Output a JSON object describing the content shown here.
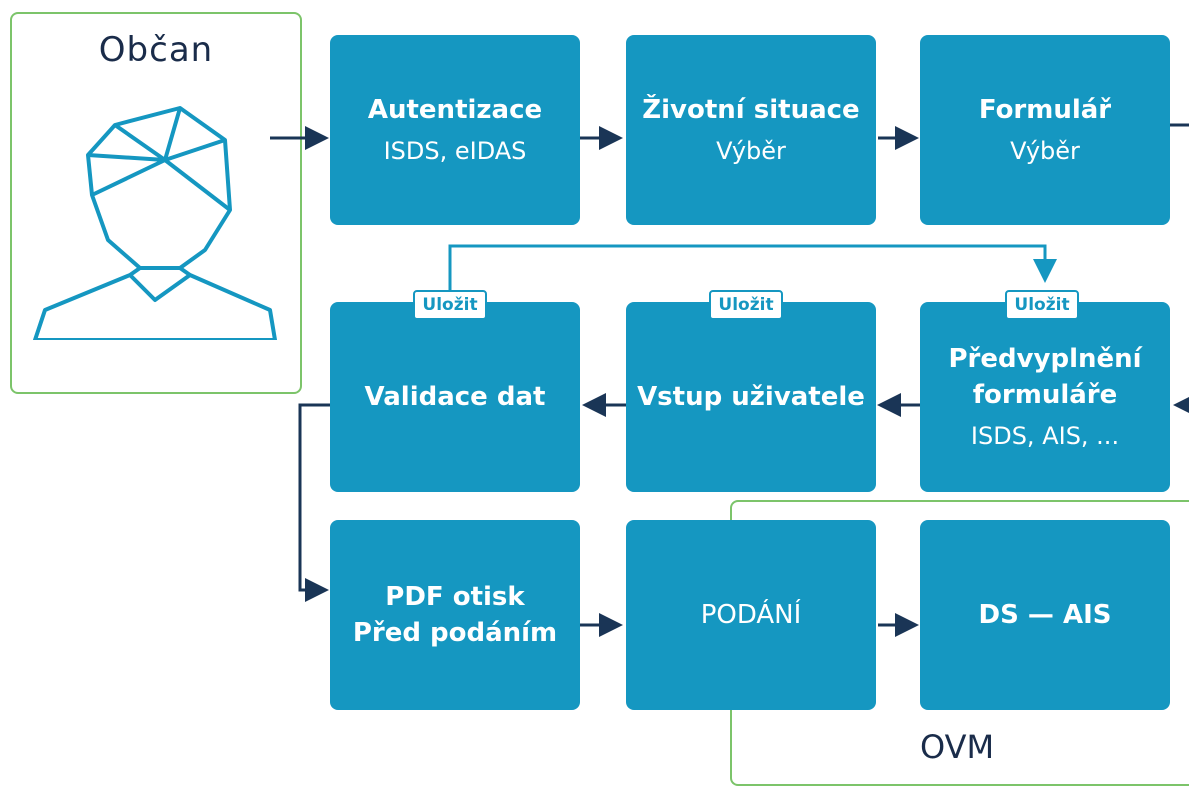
{
  "actor": {
    "label": "Občan",
    "icon": "person-icon"
  },
  "steps": {
    "autentizace": {
      "title": "Autentizace",
      "subtitle": "ISDS, eIDAS"
    },
    "zivotni_situace": {
      "title": "Životní situace",
      "subtitle": "Výběr"
    },
    "formular": {
      "title": "Formulář",
      "subtitle": "Výběr"
    },
    "predvyplneni": {
      "title_line1": "Předvyplnění",
      "title_line2": "formuláře",
      "subtitle": "ISDS, AIS, ..."
    },
    "vstup": {
      "title": "Vstup uživatele"
    },
    "validace": {
      "title": "Validace dat"
    },
    "pdf": {
      "title_line1": "PDF otisk",
      "title_line2": "Před podáním"
    },
    "podani": {
      "title": "PODÁNÍ"
    },
    "ds_ais": {
      "title": "DS — AIS"
    }
  },
  "save_labels": [
    "Uložit",
    "Uložit",
    "Uložit"
  ],
  "ovm": {
    "label": "OVM"
  },
  "colors": {
    "box": "#1597c1",
    "frame": "#7cc46a",
    "arrow": "#1a3556",
    "text_dark": "#1a2c4a"
  }
}
